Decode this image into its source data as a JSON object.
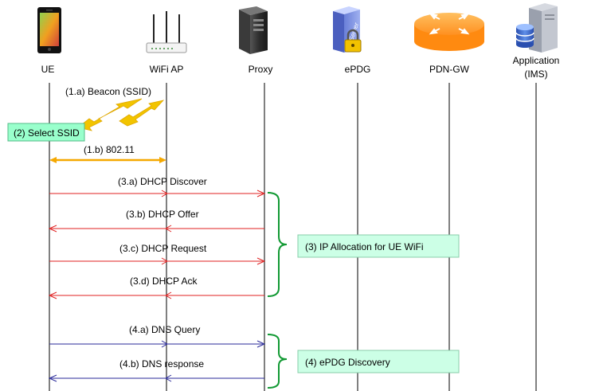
{
  "entities": [
    {
      "id": "ue",
      "name": "UE",
      "icon": "smartphone-icon"
    },
    {
      "id": "wifi",
      "name": "WiFi AP",
      "icon": "wifi-router-icon"
    },
    {
      "id": "proxy",
      "name": "Proxy",
      "icon": "server-tower-icon"
    },
    {
      "id": "epdg",
      "name": "ePDG",
      "icon": "secure-server-icon",
      "icon_text": "Server"
    },
    {
      "id": "pdngw",
      "name": "PDN-GW",
      "icon": "router-icon"
    },
    {
      "id": "app",
      "name": "Application",
      "name2": "(IMS)",
      "icon": "database-server-icon"
    }
  ],
  "beacon": {
    "label": "(1.a) Beacon (SSID)",
    "color": "#f2c400"
  },
  "select_ssid": {
    "label": "(2) Select SSID",
    "color": "#99ffcc"
  },
  "messages": [
    {
      "id": "m1b",
      "label": "(1.b) 802.11",
      "from": "ue",
      "to": "wifi",
      "color": "#f5a800",
      "bidirectional": true
    },
    {
      "id": "m3a",
      "label": "(3.a) DHCP Discover",
      "from": "ue",
      "to": "proxy",
      "color": "#e02020"
    },
    {
      "id": "m3b",
      "label": "(3.b) DHCP Offer",
      "from": "proxy",
      "to": "ue",
      "color": "#e02020"
    },
    {
      "id": "m3c",
      "label": "(3.c) DHCP Request",
      "from": "ue",
      "to": "proxy",
      "color": "#e02020"
    },
    {
      "id": "m3d",
      "label": "(3.d) DHCP Ack",
      "from": "proxy",
      "to": "ue",
      "color": "#e02020"
    },
    {
      "id": "m4a",
      "label": "(4.a) DNS Query",
      "from": "ue",
      "to": "proxy",
      "color": "#2a2a9a"
    },
    {
      "id": "m4b",
      "label": "(4.b) DNS response",
      "from": "proxy",
      "to": "ue",
      "color": "#2a2a9a"
    }
  ],
  "groups": [
    {
      "id": "g3",
      "label": "(3) IP Allocation for UE WiFi",
      "color": "#119933",
      "box_color": "#ccffe6"
    },
    {
      "id": "g4",
      "label": "(4) ePDG Discovery",
      "color": "#119933",
      "box_color": "#ccffe6"
    }
  ]
}
